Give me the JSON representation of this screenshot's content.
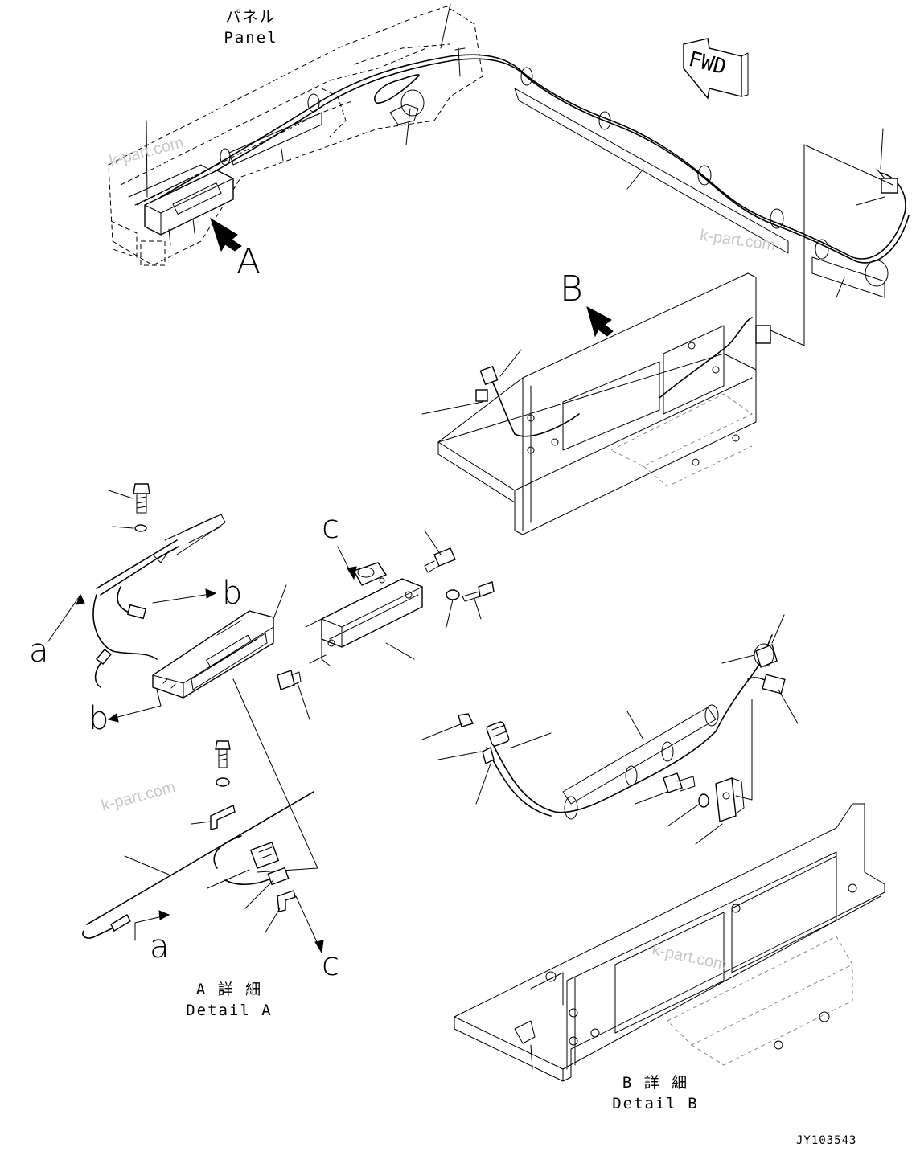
{
  "labels": {
    "panel_jp": "パネル",
    "panel_en": "Panel",
    "fwd": "FWD",
    "view_a": "A",
    "view_b": "B",
    "ref_a_left": "a",
    "ref_a_bottom": "a",
    "ref_b_right": "b",
    "ref_b_left": "b",
    "ref_c_top": "c",
    "ref_c_bottom": "c",
    "detail_a_jp": "A 詳 細",
    "detail_a_en": "Detail A",
    "detail_b_jp": "B 詳 細",
    "detail_b_en": "Detail B",
    "drawing_code": "JY103543"
  },
  "watermarks": {
    "w1": "k-part.com",
    "w2": "k-part.com",
    "w3": "k-part.com",
    "w4": "k-part.com"
  },
  "style": {
    "line_color": "#000000",
    "watermark_color": "#c8c8c8",
    "background": "#ffffff"
  }
}
